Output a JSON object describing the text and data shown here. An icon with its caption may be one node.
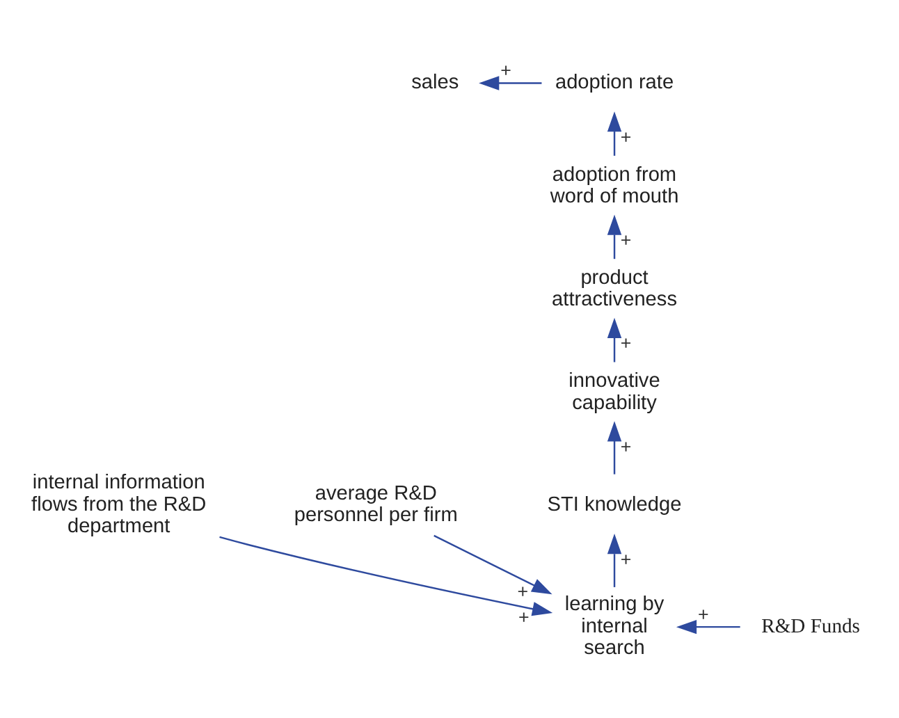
{
  "diagram": {
    "nodes": [
      {
        "text": [
          "sales"
        ]
      },
      {
        "text": [
          "adoption rate"
        ]
      },
      {
        "text": [
          "adoption from word of mouth"
        ]
      },
      {
        "text": [
          "product attractiveness"
        ]
      },
      {
        "text": [
          "innovative capability"
        ]
      },
      {
        "text": [
          "internal information flows from the R&D department"
        ]
      },
      {
        "text": [
          "average R&D personnel per firm"
        ]
      },
      {
        "text": [
          "R&D Funds"
        ]
      },
      {
        "text": [
          "STI knowledge"
        ]
      },
      {
        "text": [
          "learning by internal search"
        ]
      }
    ],
    "edges": [
      {
        "from": 1,
        "to": 0,
        "arrow": "to",
        "label": "+"
      },
      {
        "from": 2,
        "to": 1,
        "arrow": "to",
        "label": "+"
      },
      {
        "from": 3,
        "to": 2,
        "arrow": "to",
        "label": "+"
      },
      {
        "from": 4,
        "to": 3,
        "arrow": "to",
        "label": "+"
      },
      {
        "from": 8,
        "to": 4,
        "arrow": "to",
        "label": "+"
      },
      {
        "from": 9,
        "to": 8,
        "arrow": "to",
        "label": "+"
      },
      {
        "from": 5,
        "to": 9,
        "arrow": "to",
        "label": "+"
      },
      {
        "from": 6,
        "to": 9,
        "arrow": "to",
        "label": "+"
      },
      {
        "from": 7,
        "to": 9,
        "arrow": "to",
        "label": "+"
      }
    ]
  }
}
